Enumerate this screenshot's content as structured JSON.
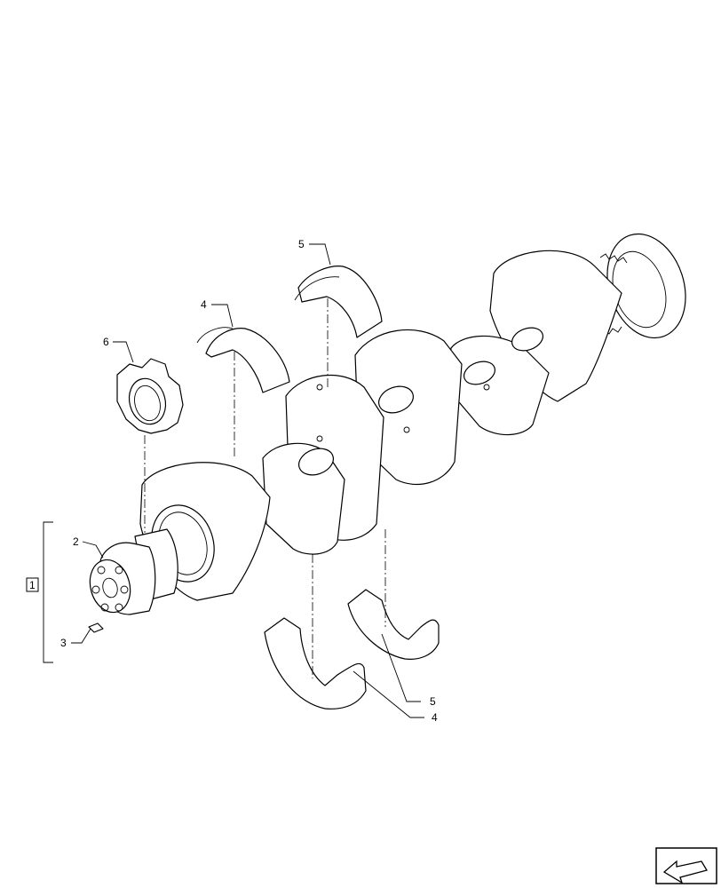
{
  "callouts": {
    "c5_top": "5",
    "c4_top": "4",
    "c6": "6",
    "c2": "2",
    "c3": "3",
    "c5_bottom": "5",
    "c4_bottom": "4",
    "assembly": "1"
  },
  "icons": {
    "nav_arrow": "previous-page-arrow-icon"
  }
}
